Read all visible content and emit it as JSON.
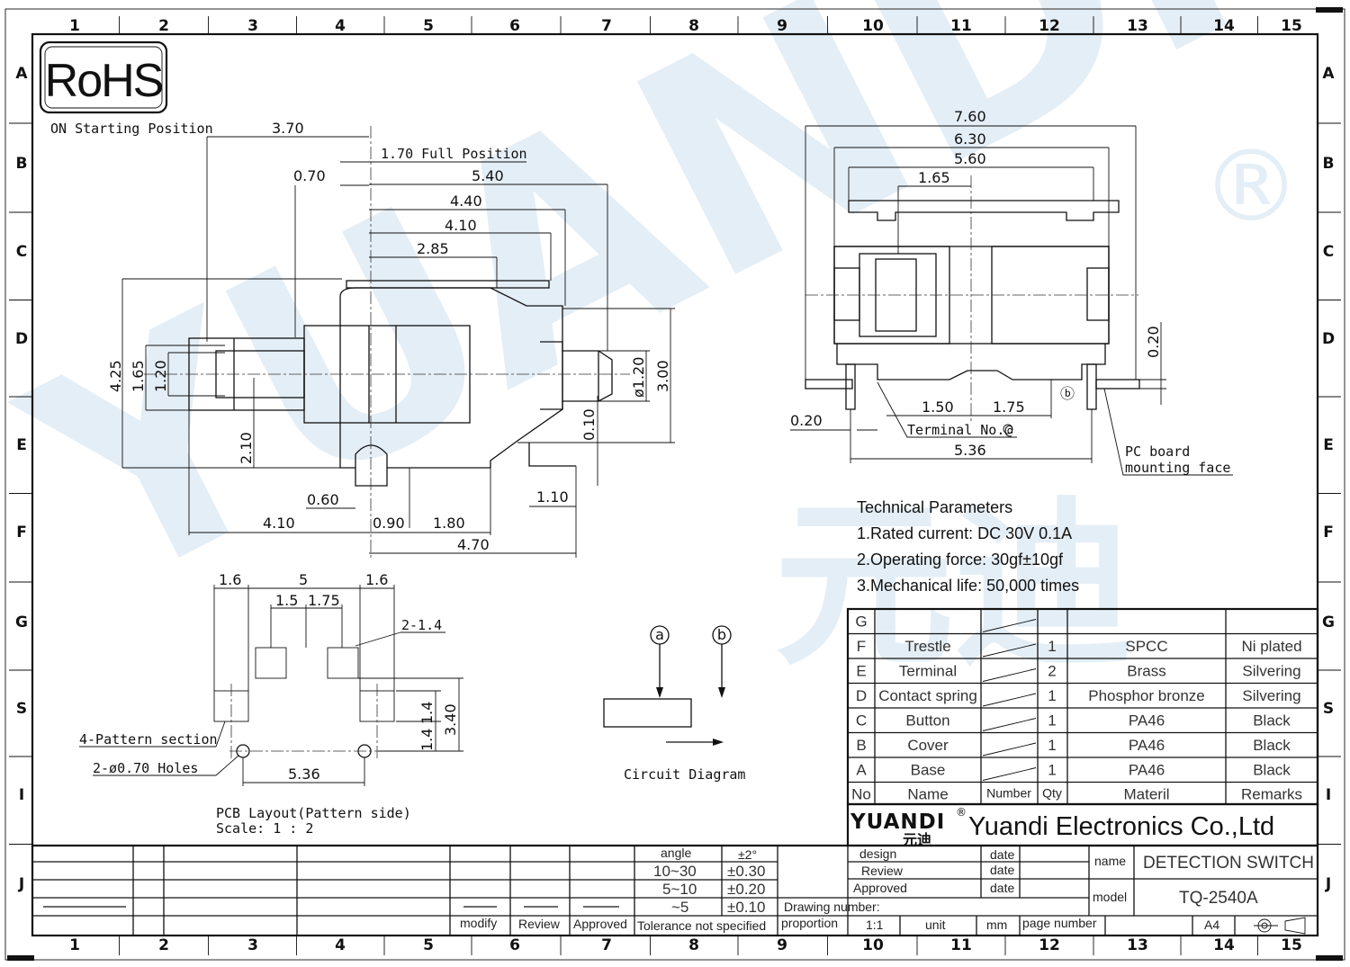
{
  "rohs": "RoHS",
  "watermark": {
    "latin": "YUANDI",
    "chinese": "元迪",
    "reg": "®"
  },
  "grid": {
    "cols": [
      "1",
      "2",
      "3",
      "4",
      "5",
      "6",
      "7",
      "8",
      "9",
      "10",
      "11",
      "12",
      "13",
      "14",
      "15"
    ],
    "rows": [
      "A",
      "B",
      "C",
      "D",
      "E",
      "F",
      "G",
      "S",
      "I",
      "J"
    ]
  },
  "side_view": {
    "on_start": "ON Starting Position",
    "full_pos": "1.70 Full Position",
    "d_370": "3.70",
    "d_070": "0.70",
    "d_540": "5.40",
    "d_440": "4.40",
    "d_410": "4.10",
    "d_285": "2.85",
    "d_425": "4.25",
    "d_165": "1.65",
    "d_120": "1.20",
    "d_210": "2.10",
    "d_060": "0.60",
    "d_410b": "4.10",
    "d_090": "0.90",
    "d_180": "1.80",
    "d_470": "4.70",
    "d_110": "1.10",
    "d_010": "0.10",
    "d_300": "3.00",
    "d_phi120": "ø1.20"
  },
  "top_view": {
    "d_760": "7.60",
    "d_630": "6.30",
    "d_560": "5.60",
    "d_165": "1.65",
    "d_020a": "0.20",
    "d_020b": "0.20",
    "d_150": "1.50",
    "d_175": "1.75",
    "d_536": "5.36",
    "terminal": "Terminal No.@",
    "b_mark": "ⓑ",
    "pcb_face_1": "PC board",
    "pcb_face_2": "mounting face"
  },
  "tech": {
    "title": "Technical Parameters",
    "items": [
      "1.Rated current: DC 30V 0.1A",
      "2.Operating force: 30gf±10gf",
      "3.Mechanical life: 50,000 times"
    ]
  },
  "pcb": {
    "d_16a": "1.6",
    "d_5": "5",
    "d_16b": "1.6",
    "d_15": "1.5",
    "d_175": "1.75",
    "holes_spec": "2-1.4",
    "d_14a": "1.4",
    "d_14b": "1.4",
    "d_340": "3.40",
    "d_536": "5.36",
    "pattern": "4-Pattern section",
    "holes": "2-ø0.70 Holes",
    "caption1": "PCB Layout(Pattern side)",
    "caption2": "Scale: 1 : 2"
  },
  "circuit": {
    "a": "a",
    "b": "b",
    "label": "Circuit Diagram"
  },
  "parts": {
    "header": [
      "No",
      "Name",
      "Number",
      "Qty",
      "Materil",
      "Remarks"
    ],
    "rows": [
      {
        "no": "G",
        "name": "",
        "qty": "",
        "material": "",
        "remark": ""
      },
      {
        "no": "F",
        "name": "Trestle",
        "qty": "1",
        "material": "SPCC",
        "remark": "Ni plated"
      },
      {
        "no": "E",
        "name": "Terminal",
        "qty": "2",
        "material": "Brass",
        "remark": "Silvering"
      },
      {
        "no": "D",
        "name": "Contact spring",
        "qty": "1",
        "material": "Phosphor bronze",
        "remark": "Silvering"
      },
      {
        "no": "C",
        "name": "Button",
        "qty": "1",
        "material": "PA46",
        "remark": "Black"
      },
      {
        "no": "B",
        "name": "Cover",
        "qty": "1",
        "material": "PA46",
        "remark": "Black"
      },
      {
        "no": "A",
        "name": "Base",
        "qty": "1",
        "material": "PA46",
        "remark": "Black"
      }
    ]
  },
  "company": {
    "logo": "YUANDI",
    "logo_cn": "元迪",
    "reg": "®",
    "name": "Yuandi Electronics Co.,Ltd"
  },
  "title_block": {
    "angle": "angle",
    "angle_tol": "±2°",
    "r1": "10~30",
    "t1": "±0.30",
    "r2": "5~10",
    "t2": "±0.20",
    "r3": "~5",
    "t3": "±0.10",
    "tol_ns": "Tolerance not specified",
    "modify": "modify",
    "review": "Review",
    "approved": "Approved",
    "design": "design",
    "review2": "Review",
    "approved2": "Approved",
    "date1": "date",
    "date2": "date",
    "date3": "date",
    "drawing_number": "Drawing number:",
    "proportion": "proportion",
    "scale": "1:1",
    "unit": "unit",
    "mm": "mm",
    "page_number": "page number",
    "size": "A4",
    "name_label": "name",
    "name_value": "DETECTION SWITCH",
    "model_label": "model",
    "model_value": "TQ-2540A"
  }
}
